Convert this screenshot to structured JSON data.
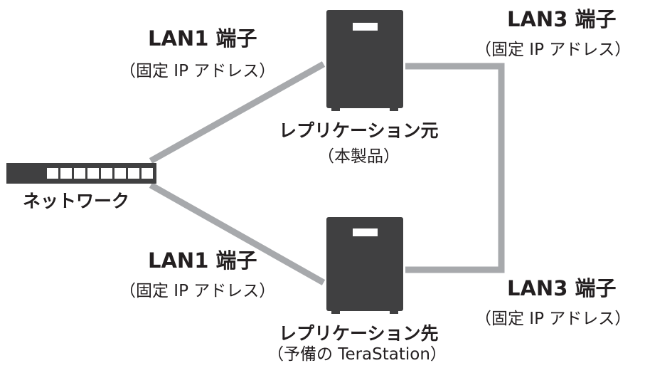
{
  "colors": {
    "line": "#a7a9ac",
    "device": "#404041",
    "device_slot": "#ffffff",
    "switch_body": "#404041",
    "text": "#231f20"
  },
  "icons": {
    "switch": "network-switch-icon",
    "nas": "nas-server-icon"
  },
  "labels": {
    "lan1_top": {
      "title": "LAN1 端子",
      "sub": "（固定 IP アドレス）"
    },
    "lan1_bottom": {
      "title": "LAN1 端子",
      "sub": "（固定 IP アドレス）"
    },
    "lan3_top": {
      "title": "LAN3 端子",
      "sub": "（固定 IP アドレス）"
    },
    "lan3_bottom": {
      "title": "LAN3 端子",
      "sub": "（固定 IP アドレス）"
    },
    "network": "ネットワーク",
    "source": {
      "title": "レプリケーション元",
      "sub": "（本製品）"
    },
    "target": {
      "title": "レプリケーション先",
      "sub": "（予備の TeraStation）"
    }
  }
}
